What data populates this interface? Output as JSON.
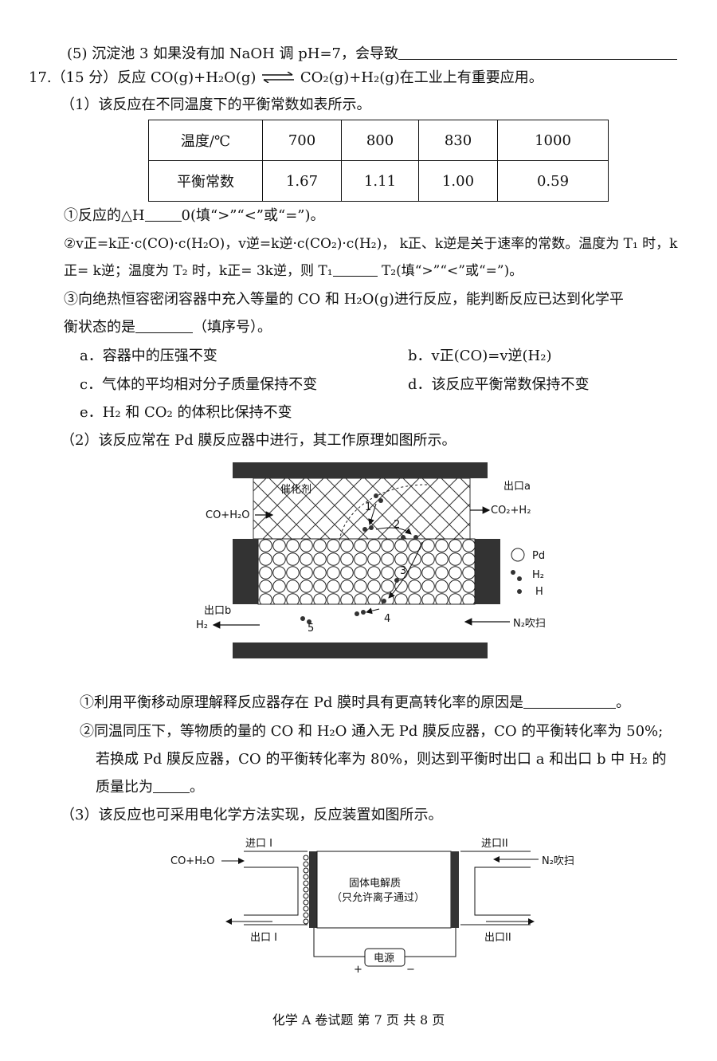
{
  "q16_item5": {
    "num": "(5)",
    "text": "沉淀池 3 如果没有加 NaOH 调 pH=7，会导致"
  },
  "q17": {
    "num": "17.",
    "score": "（15 分）",
    "reaction_prefix": "反应 ",
    "reaction_lhs": "CO(g)+H₂O(g)",
    "reaction_rhs": "CO₂(g)+H₂(g)",
    "reaction_suffix": "在工业上有重要应用。",
    "part1": {
      "intro": "（1）该反应在不同温度下的平衡常数如表所示。",
      "table": {
        "row1_label": "温度/℃",
        "temps": [
          "700",
          "800",
          "830",
          "1000"
        ],
        "row2_label": "平衡常数",
        "constants": [
          "1.67",
          "1.11",
          "1.00",
          "0.59"
        ]
      },
      "q1_a": "①反应的△H",
      "q1_b": "0(填“>”“<”或“=”)。",
      "q2_line1": "②v正=k正·c(CO)·c(H₂O)，v逆=k逆·c(CO₂)·c(H₂)，  k正、k逆是关于速率的常数。温度为 T₁ 时，k",
      "q2_line2_a": "正= k逆；温度为 T₂ 时，k正= 3k逆，则 T₁",
      "q2_line2_b": "T₂(填“>”“<”或“=”)。",
      "q3_line1": "③向绝热恒容密闭容器中充入等量的 CO 和 H₂O(g)进行反应，能判断反应已达到化学平",
      "q3_line2_a": "衡状态的是",
      "q3_line2_b": "（填序号）。",
      "options": {
        "a": "a．容器中的压强不变",
        "b": "b．v正(CO)=v逆(H₂)",
        "c": "c．气体的平均相对分子质量保持不变",
        "d": "d．该反应平衡常数保持不变",
        "e": "e．H₂ 和 CO₂ 的体积比保持不变"
      }
    },
    "part2": {
      "intro": "（2）该反应常在 Pd 膜反应器中进行，其工作原理如图所示。",
      "figure": {
        "catalyst": "催化剂",
        "outlet_a": "出口a",
        "inlet": "CO+H₂O",
        "product": "CO₂+H₂",
        "outlet_b": "出口b",
        "h2_out": "H₂",
        "n2": "N₂吹扫",
        "legend_pd": "Pd",
        "legend_h2": "H₂",
        "legend_h": "H",
        "steps": [
          "1",
          "2",
          "3",
          "4",
          "5"
        ]
      },
      "q1_a": "①利用平衡移动原理解释反应器存在 Pd 膜时具有更高转化率的原因是",
      "q1_b": "。",
      "q2_line1": "②同温同压下，等物质的量的 CO 和 H₂O 通入无 Pd 膜反应器，CO 的平衡转化率为 50%;",
      "q2_line2": "若换成 Pd 膜反应器，CO 的平衡转化率为 80%，则达到平衡时出口 a 和出口 b 中 H₂ 的",
      "q2_line3_a": "质量比为",
      "q2_line3_b": "。"
    },
    "part3": {
      "intro": "（3）该反应也可采用电化学方法实现，反应装置如图所示。",
      "figure": {
        "inlet1": "进口 I",
        "inlet2": "进口II",
        "feed": "CO+H₂O",
        "n2": "N₂吹扫",
        "electrolyte_1": "固体电解质",
        "electrolyte_2": "（只允许离子通过）",
        "outlet1": "出口 I",
        "outlet2": "出口II",
        "power": "电源",
        "plus": "+",
        "minus": "−"
      }
    }
  },
  "footer": "化学 A 卷试题   第 7 页  共 8 页"
}
